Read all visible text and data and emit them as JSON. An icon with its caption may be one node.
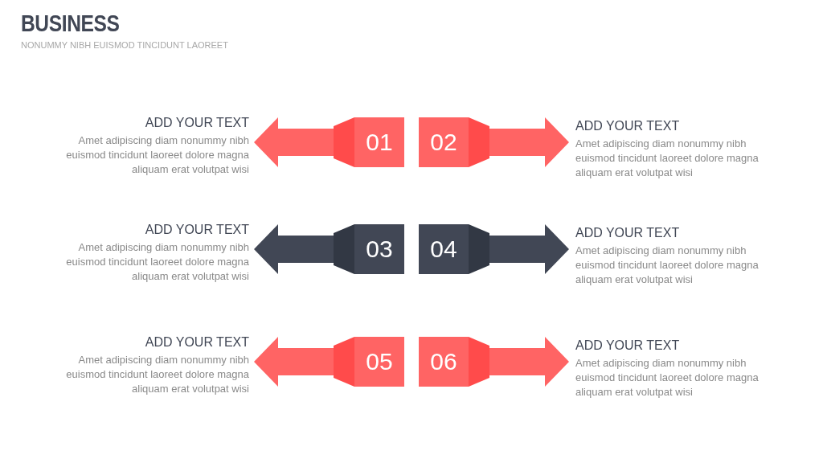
{
  "diagram": {
    "title": "BUSINESS",
    "caption": "NONUMMY NIBH EUISMOD TINCIDUNT LAOREET",
    "nodes": [
      {
        "text": [
          "ADD YOUR TEXT",
          "Amet adipiscing diam nonummy nibh euismod tincidunt laoreet dolore magna aliquam erat volutpat wisi"
        ]
      },
      {
        "text": [
          "01"
        ]
      },
      {
        "text": [
          "02"
        ]
      },
      {
        "text": [
          "ADD YOUR TEXT",
          "Amet adipiscing diam nonummy nibh euismod tincidunt laoreet dolore magna aliquam erat volutpat wisi"
        ]
      },
      {
        "text": [
          "ADD YOUR TEXT",
          "Amet adipiscing diam nonummy nibh euismod tincidunt laoreet dolore magna aliquam erat volutpat wisi"
        ]
      },
      {
        "text": [
          "03"
        ]
      },
      {
        "text": [
          "04"
        ]
      },
      {
        "text": [
          "ADD YOUR TEXT",
          "Amet adipiscing diam nonummy nibh euismod tincidunt laoreet dolore magna aliquam erat volutpat wisi"
        ]
      },
      {
        "text": [
          "ADD YOUR TEXT",
          "Amet adipiscing diam nonummy nibh euismod tincidunt laoreet dolore magna aliquam erat volutpat wisi"
        ]
      },
      {
        "text": [
          "05"
        ]
      },
      {
        "text": [
          "06"
        ]
      },
      {
        "text": [
          "ADD YOUR TEXT",
          "Amet adipiscing diam nonummy nibh euismod tincidunt laoreet dolore magna aliquam erat volutpat wisi"
        ]
      }
    ],
    "edges": [
      {
        "from": 1,
        "to": 0,
        "arrow": "to",
        "style": "thick"
      },
      {
        "from": 2,
        "to": 3,
        "arrow": "to",
        "style": "thick"
      },
      {
        "from": 5,
        "to": 4,
        "arrow": "to",
        "style": "thick",
        "color": "#414755"
      },
      {
        "from": 6,
        "to": 7,
        "arrow": "to",
        "style": "thick",
        "color": "#414755"
      },
      {
        "from": 9,
        "to": 8,
        "arrow": "to",
        "style": "thick"
      },
      {
        "from": 10,
        "to": 11,
        "arrow": "to",
        "style": "thick"
      }
    ]
  }
}
